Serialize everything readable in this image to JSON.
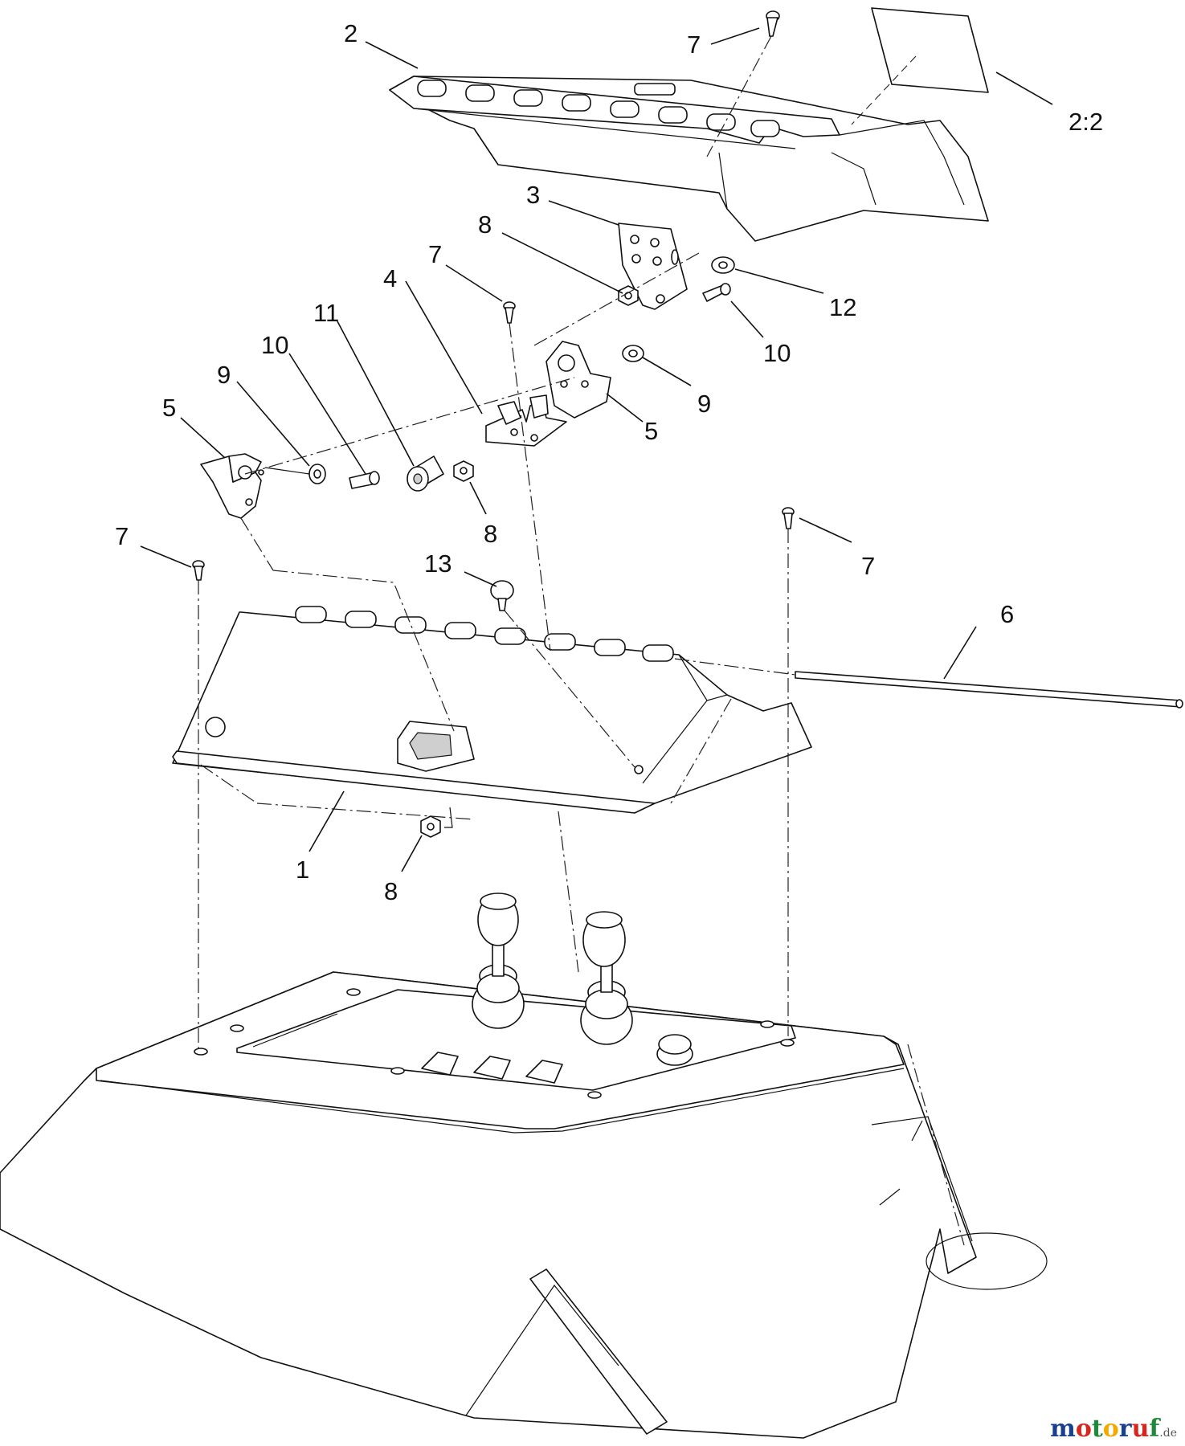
{
  "diagram": {
    "callouts": {
      "c1": "1",
      "c2": "2",
      "c2b": "2:2",
      "c3": "3",
      "c4": "4",
      "c5a": "5",
      "c5b": "5",
      "c6": "6",
      "c7a": "7",
      "c7b": "7",
      "c7c": "7",
      "c7d": "7",
      "c8a": "8",
      "c8b": "8",
      "c8c": "8",
      "c9a": "9",
      "c9b": "9",
      "c10a": "10",
      "c10b": "10",
      "c11": "11",
      "c12": "12",
      "c13": "13"
    }
  },
  "watermark": {
    "brand": "motoruf",
    "suffix": ".de",
    "colors": [
      "#1a3f8f",
      "#d7261e",
      "#1f8a3a",
      "#f2a900",
      "#1a3f8f",
      "#d7261e",
      "#1f8a3a"
    ]
  }
}
